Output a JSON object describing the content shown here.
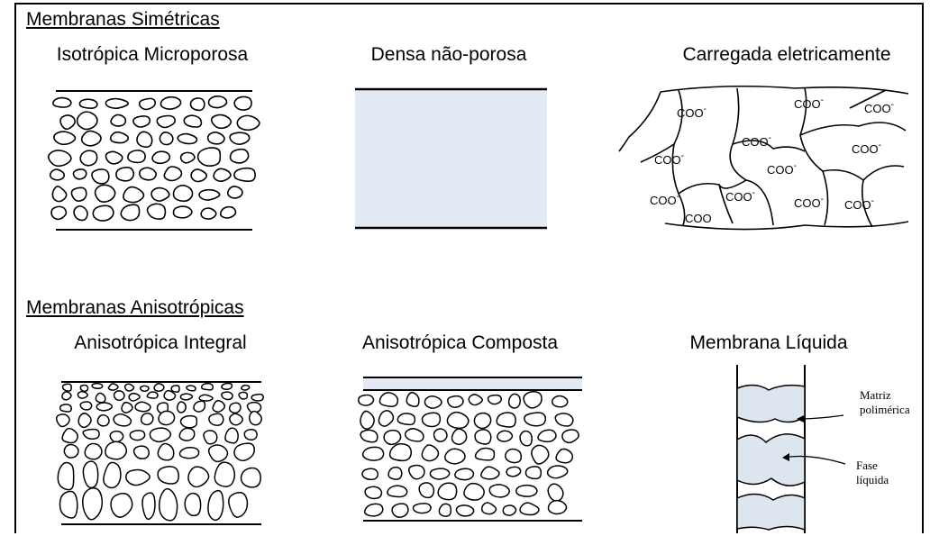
{
  "sections": {
    "symmetric": {
      "title": "Membranas Simétricas"
    },
    "anisotropic": {
      "title": "Membranas Anisotrópicas"
    }
  },
  "panels": {
    "microporous": {
      "label": "Isotrópica Microporosa"
    },
    "dense": {
      "label": "Densa não-porosa"
    },
    "charged": {
      "label": "Carregada eletricamente",
      "group_label": "COO",
      "charge": "-"
    },
    "integral": {
      "label": "Anisotrópica Integral"
    },
    "composite": {
      "label": "Anisotrópica Composta"
    },
    "liquid": {
      "label": "Membrana Líquida",
      "matrix_label_1": "Matriz",
      "matrix_label_2": "polimérica",
      "phase_label_1": "Fase",
      "phase_label_2": "líquida"
    }
  },
  "colors": {
    "ink": "#000000",
    "dense_fill": "#e3eaf3",
    "liquid_fill": "#dde5ef"
  }
}
